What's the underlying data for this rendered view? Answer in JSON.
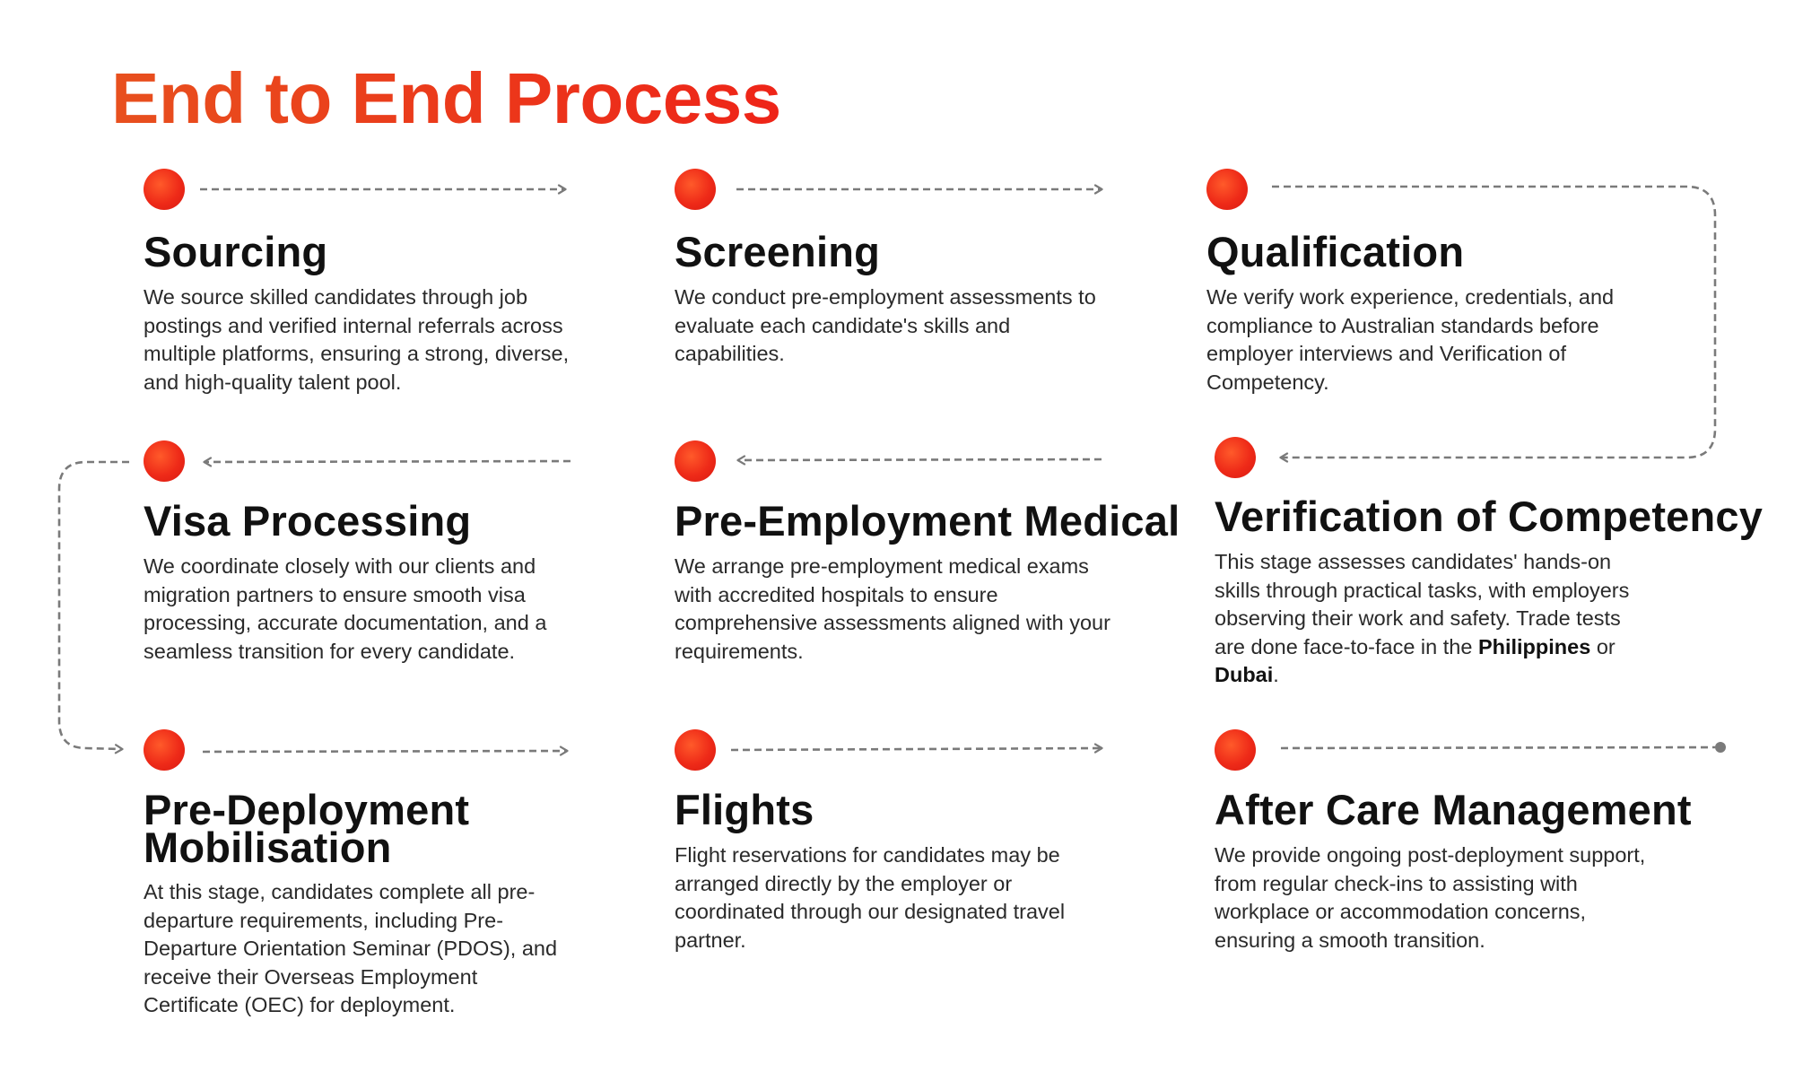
{
  "page": {
    "title": "End to End Process"
  },
  "steps": [
    {
      "id": "sourcing",
      "title": "Sourcing",
      "description": "We source skilled candidates through job postings and verified internal referrals across multiple platforms, ensuring a strong, diverse, and high-quality talent pool."
    },
    {
      "id": "screening",
      "title": "Screening",
      "description": "We conduct pre-employment assessments to evaluate each candidate's skills and capabilities."
    },
    {
      "id": "qualification",
      "title": "Qualification",
      "description": "We verify work experience, credentials, and compliance to Australian standards before employer interviews and Verification of Competency."
    },
    {
      "id": "verification-of-competency",
      "title": "Verification of Competency",
      "description_parts": {
        "before": "This stage assesses candidates' hands-on skills through practical tasks, with employers observing their work and safety. Trade tests are done face-to-face in the ",
        "bold_1": "Philippines",
        "middle": " or ",
        "bold_2": "Dubai",
        "after": "."
      }
    },
    {
      "id": "pre-employment-medical",
      "title": "Pre-Employment Medical",
      "description": "We arrange pre-employment medical exams with accredited hospitals to ensure comprehensive assessments aligned with your requirements."
    },
    {
      "id": "visa-processing",
      "title": "Visa Processing",
      "description": "We coordinate closely with our clients and migration partners to ensure smooth visa processing, accurate documentation, and a seamless transition for every candidate."
    },
    {
      "id": "pre-deployment-mobilisation",
      "title_line_1": "Pre-Deployment",
      "title_line_2": "Mobilisation",
      "description": "At this stage, candidates complete all pre-departure requirements, including Pre-Departure Orientation Seminar (PDOS), and receive their Overseas Employment Certificate (OEC) for deployment."
    },
    {
      "id": "flights",
      "title": "Flights",
      "description": "Flight reservations for candidates may be arranged directly by the employer or coordinated through our designated travel partner."
    },
    {
      "id": "after-care-management",
      "title": "After Care Management",
      "description": "We provide ongoing post-deployment support, from regular check-ins to assisting with workplace or accommodation concerns, ensuring a smooth transition."
    }
  ],
  "colors": {
    "accent": "#ee2a18",
    "title_gradient_start": "#e8501e",
    "connector": "#7a7a7a",
    "text": "#1a1a1a"
  }
}
